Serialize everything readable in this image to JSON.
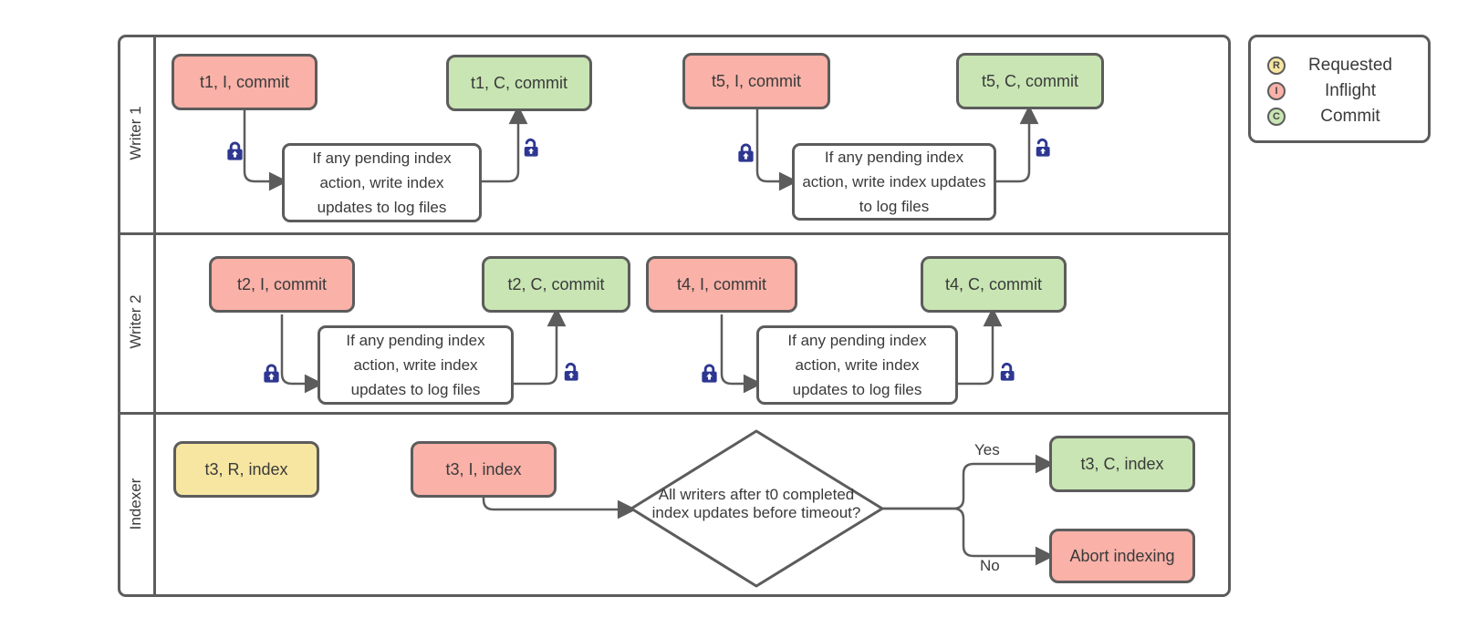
{
  "diagram": {
    "lanes": [
      {
        "label": "Writer 1"
      },
      {
        "label": "Writer 2"
      },
      {
        "label": "Indexer"
      }
    ],
    "nodes": {
      "t1_i": "t1, I, commit",
      "t1_c": "t1, C, commit",
      "t5_i": "t5, I, commit",
      "t5_c": "t5, C, commit",
      "t2_i": "t2, I, commit",
      "t2_c": "t2, C, commit",
      "t4_i": "t4, I, commit",
      "t4_c": "t4, C, commit",
      "t3_r": "t3, R, index",
      "t3_i": "t3, I, index",
      "t3_c": "t3, C, index",
      "abort": "Abort indexing",
      "process": "If any pending index action, write index updates to log files"
    },
    "decision": {
      "question": "All writers after t0 completed index updates before timeout?",
      "yes_label": "Yes",
      "no_label": "No"
    }
  },
  "legend": {
    "items": [
      {
        "letter": "R",
        "label": "Requested"
      },
      {
        "letter": "I",
        "label": "Inflight"
      },
      {
        "letter": "C",
        "label": "Commit"
      }
    ]
  },
  "colors": {
    "requested-fill": "#f7e6a1",
    "inflight-fill": "#f9b1a8",
    "commit-fill": "#c8e5b3",
    "line": "#5c5c5c",
    "text": "#3a3a3a",
    "lock": "#2d3791"
  }
}
